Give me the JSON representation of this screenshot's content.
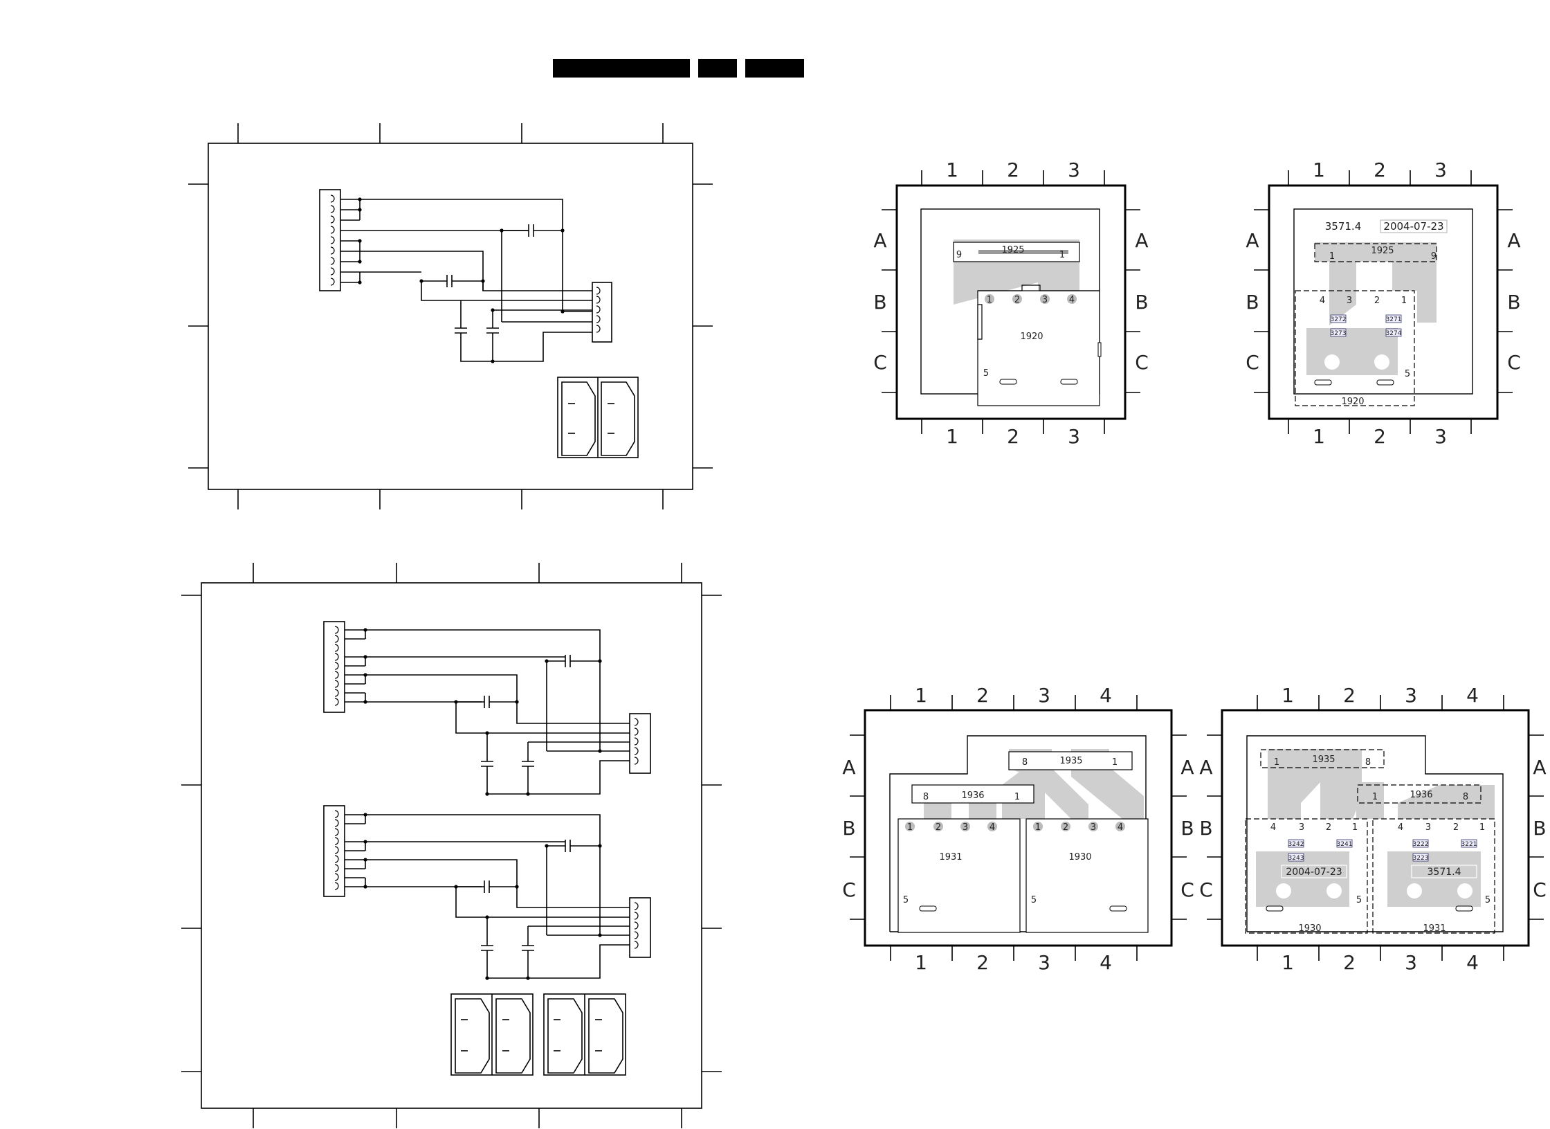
{
  "header": {
    "bars": 3
  },
  "schematic_1": {
    "description_hidden": true
  },
  "pcb_1_top": {
    "cols": [
      "1",
      "2",
      "3"
    ],
    "rows": [
      "A",
      "B",
      "C"
    ],
    "conn_top": {
      "ref": "1925",
      "pin_left": "9",
      "pin_right": "1"
    },
    "pins": [
      "1",
      "2",
      "3",
      "4"
    ],
    "conn_main": {
      "ref": "1920",
      "pin5": "5"
    }
  },
  "pcb_1_bottom": {
    "cols": [
      "1",
      "2",
      "3"
    ],
    "rows": [
      "A",
      "B",
      "C"
    ],
    "code": "3571.4",
    "date": "2004-07-23",
    "conn_top": {
      "ref": "1925",
      "pin_left": "1",
      "pin_right": "9"
    },
    "pins": [
      "4",
      "3",
      "2",
      "1"
    ],
    "smd": [
      "3272",
      "3273",
      "3271",
      "3274"
    ],
    "conn_main": {
      "ref": "1920",
      "pin5": "5"
    }
  },
  "pcb_2_top": {
    "cols": [
      "1",
      "2",
      "3",
      "4"
    ],
    "rows": [
      "A",
      "B",
      "C"
    ],
    "conn_a": {
      "ref": "1935",
      "pin_left": "8",
      "pin_right": "1"
    },
    "conn_b": {
      "ref": "1936",
      "pin_left": "8",
      "pin_right": "1"
    },
    "left_pins": [
      "1",
      "2",
      "3",
      "4"
    ],
    "right_pins": [
      "1",
      "2",
      "3",
      "4"
    ],
    "left_ref": "1931",
    "right_ref": "1930",
    "pin5": "5"
  },
  "pcb_2_bottom": {
    "cols": [
      "1",
      "2",
      "3",
      "4"
    ],
    "rows": [
      "A",
      "B",
      "C"
    ],
    "conn_a": {
      "ref": "1935",
      "pin_left": "1",
      "pin_right": "8"
    },
    "conn_b": {
      "ref": "1936",
      "pin_left": "1",
      "pin_right": "8"
    },
    "left_pins": [
      "4",
      "3",
      "2",
      "1"
    ],
    "right_pins": [
      "4",
      "3",
      "2",
      "1"
    ],
    "left_smd": [
      "3242",
      "3241",
      "3243"
    ],
    "right_smd": [
      "3222",
      "3221",
      "3223"
    ],
    "date": "2004-07-23",
    "code": "3571.4",
    "left_ref": "1930",
    "right_ref": "1931",
    "pin5": "5"
  }
}
